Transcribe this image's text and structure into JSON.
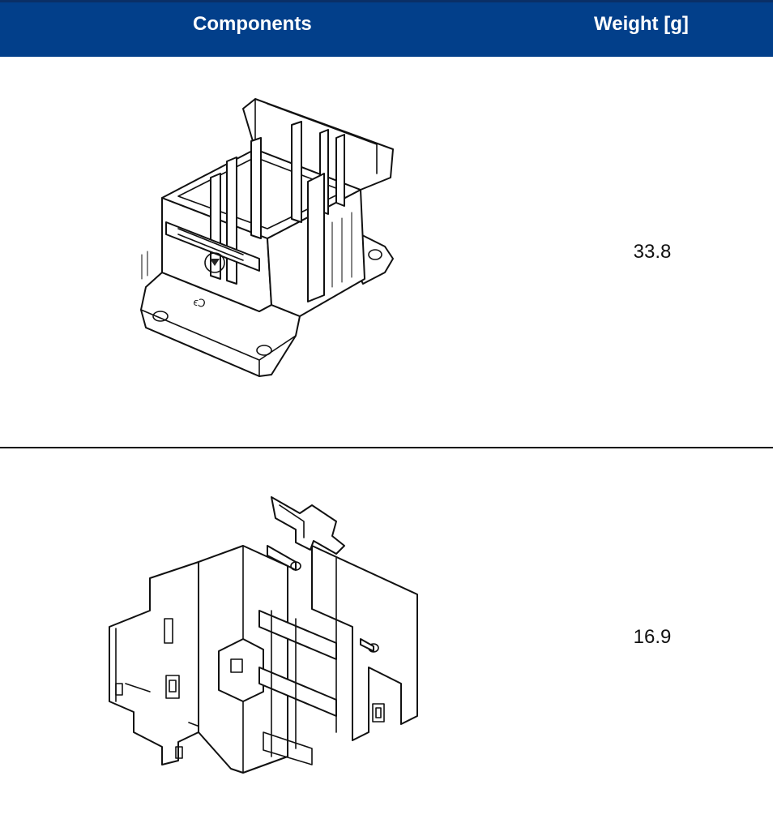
{
  "table": {
    "headers": {
      "components": "Components",
      "weight": "Weight [g]"
    },
    "rows": [
      {
        "component": "contactor-housing-base-drawing",
        "weight": "33.8"
      },
      {
        "component": "contactor-frame-part-drawing",
        "weight": "16.9"
      }
    ]
  },
  "colors": {
    "header_background": "#023f8a",
    "header_text": "#ffffff",
    "line": "#111111"
  }
}
